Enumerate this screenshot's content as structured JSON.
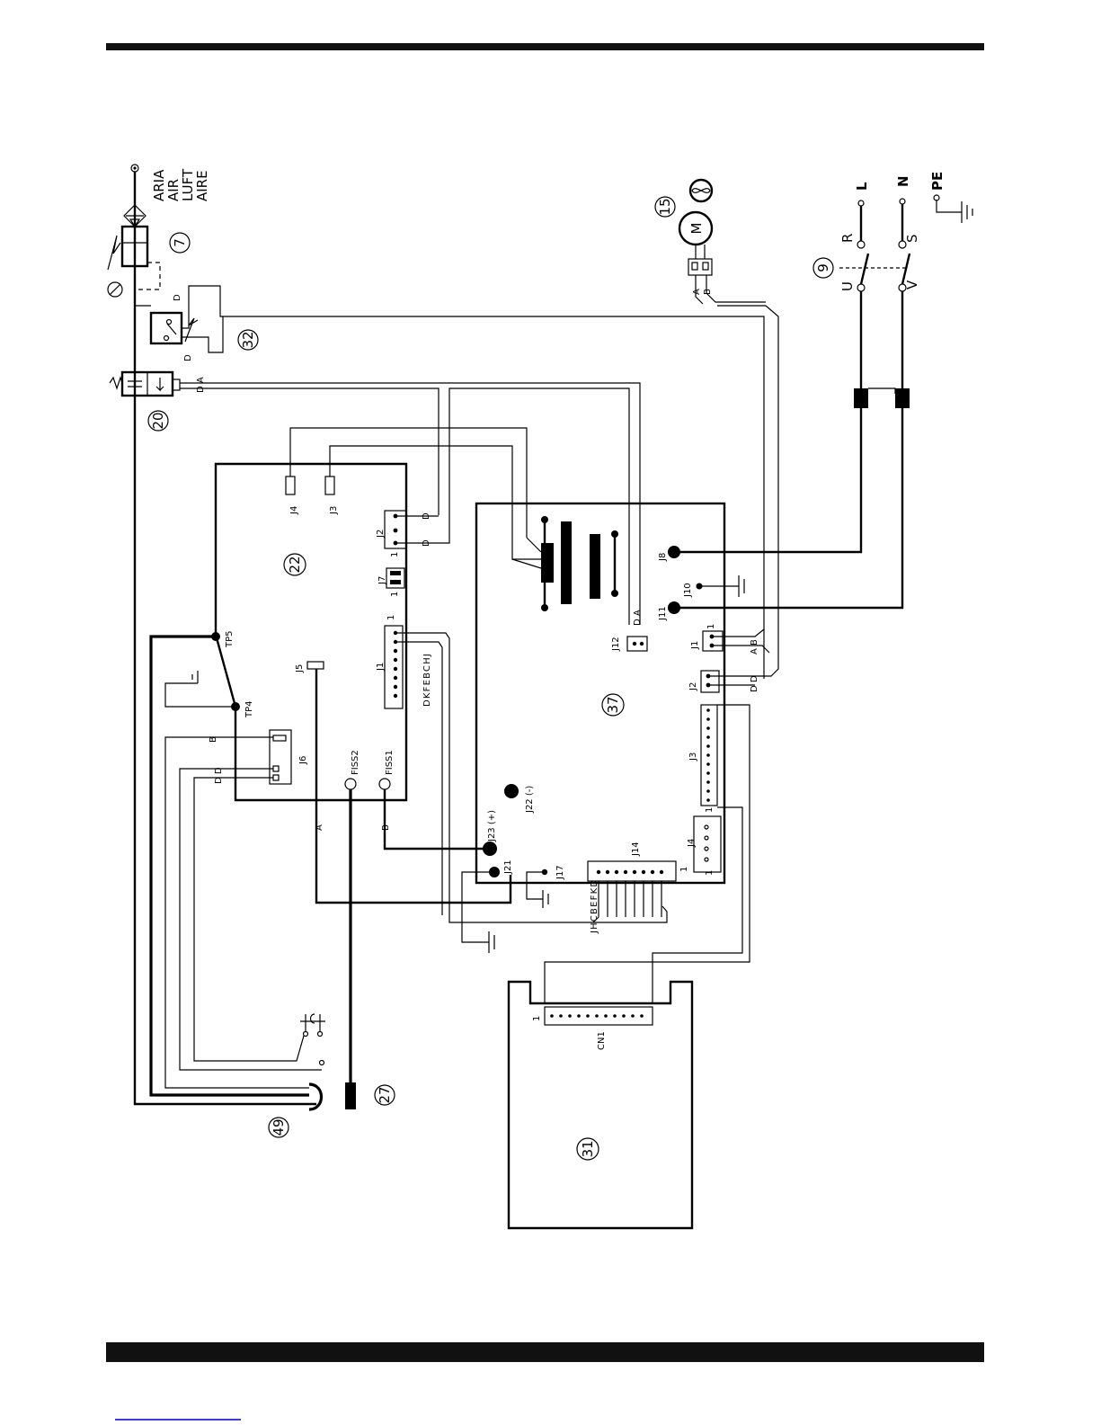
{
  "air_legend": [
    "ARIA",
    "AIR",
    "LUFT",
    "AIRE"
  ],
  "mains": {
    "l": "L",
    "n": "N",
    "pe": "PE",
    "r": "R",
    "s": "S",
    "u": "U",
    "v": "V"
  },
  "refs": {
    "r7": "7",
    "r9": "9",
    "r15": "15",
    "r20": "20",
    "r22": "22",
    "r27": "27",
    "r31": "31",
    "r32": "32",
    "r37": "37",
    "r49": "49"
  },
  "board22": {
    "j1": "J1",
    "j2": "J2",
    "j3": "J3",
    "j4": "J4",
    "j5": "J5",
    "j6": "J6",
    "j7": "J7",
    "tp4": "TP4",
    "tp5": "TP5",
    "fiss1": "FISS1",
    "fiss2": "FISS2",
    "j1_pins": "DKFEBCHJ",
    "j1_one": "1",
    "j2_one": "1",
    "j7_one": "1"
  },
  "board37": {
    "j1": "J1",
    "j2": "J2",
    "j3": "J3",
    "j4": "J4",
    "j8": "J8",
    "j10": "J10",
    "j11": "J11",
    "j12": "J12",
    "j14": "J14",
    "j17": "J17",
    "j21": "J21",
    "j22": "J22 (-)",
    "j23": "J23 (+)",
    "j14_pins": "JHCBEFKD",
    "one": "1"
  },
  "cn1": "CN1",
  "cn1_one": "1",
  "motor": "M",
  "wire": {
    "a": "A",
    "b": "B",
    "d": "D",
    "da": "D A",
    "dd": "D D",
    "ab": "A B"
  }
}
